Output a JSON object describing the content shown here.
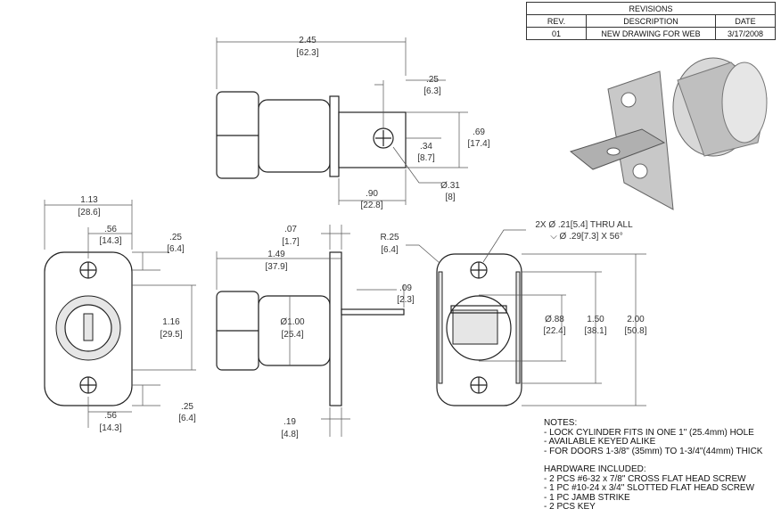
{
  "revisions": {
    "title": "REVISIONS",
    "headers": [
      "REV.",
      "DESCRIPTION",
      "DATE"
    ],
    "rows": [
      [
        "01",
        "NEW DRAWING FOR WEB",
        "3/17/2008"
      ]
    ]
  },
  "top_view": {
    "overall_length": [
      "2.45",
      "[62.3]"
    ],
    "tab_offset": [
      ".25",
      "[6.3]"
    ],
    "tab_width": [
      ".69",
      "[17.4]"
    ],
    "hole_center": [
      ".34",
      "[8.7]"
    ],
    "tab_length": [
      ".90",
      "[22.8]"
    ],
    "hole_dia": [
      "Ø.31",
      "[8]"
    ]
  },
  "front_view": {
    "width": [
      "1.13",
      "[28.6]"
    ],
    "hole_offset_top": [
      ".56",
      "[14.3]"
    ],
    "edge_top": [
      ".25",
      "[6.4]"
    ],
    "height": [
      "1.16",
      "[29.5]"
    ],
    "edge_bottom": [
      ".25",
      "[6.4]"
    ],
    "hole_offset_bottom": [
      ".56",
      "[14.3]"
    ]
  },
  "side_view": {
    "plate_thickness": [
      ".07",
      "[1.7]"
    ],
    "body_length": [
      "1.49",
      "[37.9]"
    ],
    "cylinder_dia": [
      "Ø1.00",
      "[25.4]"
    ],
    "bolt_thickness": [
      ".09",
      "[2.3]"
    ],
    "bolt_offset": [
      ".19",
      "[4.8]"
    ]
  },
  "rear_view": {
    "radius": [
      "R.25",
      "[6.4]"
    ],
    "hole_callout": [
      "2X Ø .21[5.4]  THRU ALL",
      "⌵ Ø .29[7.3]  X 56°"
    ],
    "bore_dia": [
      "Ø.88",
      "[22.4]"
    ],
    "hole_spacing": [
      "1.50",
      "[38.1]"
    ],
    "overall_height": [
      "2.00",
      "[50.8]"
    ]
  },
  "notes": {
    "title": "NOTES:",
    "items": [
      "- LOCK CYLINDER FITS IN ONE 1\" (25.4mm) HOLE",
      "- AVAILABLE KEYED ALIKE",
      "- FOR DOORS 1-3/8\" (35mm) TO 1-3/4\"(44mm) THICK"
    ]
  },
  "hardware": {
    "title": "HARDWARE INCLUDED:",
    "items": [
      "- 2 PCS #6-32 x 7/8\" CROSS FLAT HEAD SCREW",
      "- 1 PC #10-24 x 3/4\" SLOTTED FLAT HEAD SCREW",
      "- 1 PC JAMB STRIKE",
      "- 2 PCS KEY"
    ]
  }
}
